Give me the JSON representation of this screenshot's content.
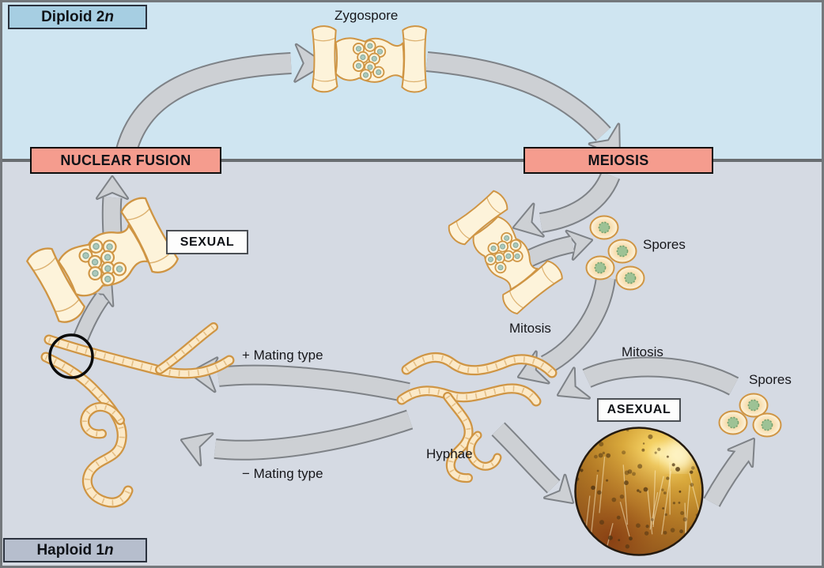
{
  "title_boxes": {
    "diploid": {
      "prefix": "Diploid 2",
      "italic": "n"
    },
    "haploid": {
      "prefix": "Haploid 1",
      "italic": "n"
    }
  },
  "process_boxes": {
    "nuclear_fusion": "NUCLEAR FUSION",
    "meiosis": "MEIOSIS"
  },
  "mode_boxes": {
    "sexual": "SEXUAL",
    "asexual": "ASEXUAL"
  },
  "labels": {
    "zygospore": "Zygospore",
    "spores_after_meiosis": "Spores",
    "mitosis_sexual": "Mitosis",
    "mitosis_asexual": "Mitosis",
    "spores_asexual": "Spores",
    "plus_mating_type": "+ Mating type",
    "minus_mating_type": "− Mating type",
    "hyphae": "Hyphae"
  },
  "colors": {
    "diploid_region": "#cfe5f1",
    "haploid_region": "#d5dae3",
    "diploid_box": "#a6cee2",
    "haploid_box": "#b6becd",
    "process_box": "#f59c8e",
    "arrow_fill": "#cdd0d4",
    "arrow_stroke": "#7e8287",
    "divider": "#696d71",
    "frame": "#74787c",
    "hypha_outline": "#cf9544",
    "hypha_fill": "#fbe9c8",
    "zygo_fill": "#fdf3da",
    "spore_center": "#9dc295"
  }
}
